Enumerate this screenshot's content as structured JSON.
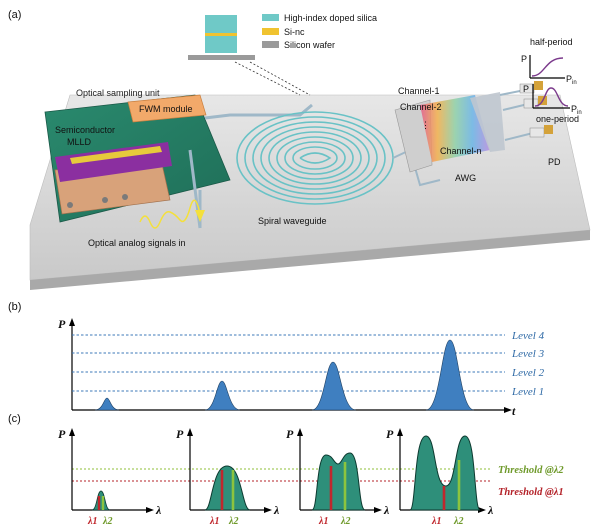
{
  "panel_a": {
    "tag": "(a)",
    "legend": [
      {
        "label": "High-index doped silica",
        "color": "#6fc9c7"
      },
      {
        "label": "Si-nc",
        "color": "#f0c330"
      },
      {
        "label": "Silicon wafer",
        "color": "#9a9a9a"
      }
    ],
    "optical_sampling_unit": "Optical sampling unit",
    "fwm_module": "FWM module",
    "laser_line1": "Semiconductor",
    "laser_line2": "MLLD",
    "input_signal": "Optical analog signals in",
    "spiral": "Spiral waveguide",
    "channels": [
      "Channel-1",
      "Channel-2",
      "Channel-n"
    ],
    "awg": "AWG",
    "pd": "PD",
    "half_period": "half-period",
    "one_period": "one-period",
    "p_axis": "P",
    "pin_axis": "P",
    "pin_sub": "in"
  },
  "panel_b": {
    "tag": "(b)",
    "y_axis": "P",
    "x_axis": "t",
    "levels": [
      "Level 4",
      "Level 3",
      "Level 2",
      "Level 1"
    ]
  },
  "panel_c": {
    "tag": "(c)",
    "y_axis": "P",
    "x_axis": "λ",
    "threshold2": "Threshold @λ2",
    "threshold1": "Threshold @λ1",
    "lambda1": "λ1",
    "lambda2": "λ2"
  },
  "colors": {
    "level_line": "#3c78b8",
    "pulse_fill": "#3f7fc0",
    "spectrum_fill": "#2e8f7a",
    "threshold2": "#8fbf3a",
    "threshold1": "#b4232a",
    "marker1": "#c0272d",
    "marker2": "#8cc43e"
  }
}
